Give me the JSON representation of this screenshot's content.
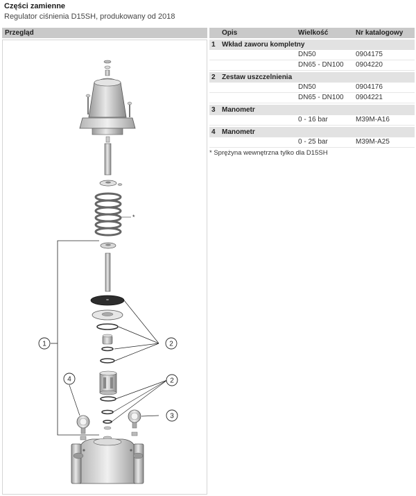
{
  "header": {
    "title": "Części zamienne",
    "subtitle": "Regulator ciśnienia D15SH, produkowany od 2018"
  },
  "overview": {
    "label": "Przegląd",
    "callouts": [
      "1",
      "2",
      "2",
      "3",
      "4"
    ],
    "spring_mark": "*"
  },
  "table": {
    "headers": {
      "num": "",
      "desc": "Opis",
      "size": "Wielkość",
      "cat": "Nr katalogowy"
    },
    "groups": [
      {
        "num": "1",
        "desc": "Wkład zaworu kompletny",
        "rows": [
          {
            "size": "DN50",
            "cat": "0904175"
          },
          {
            "size": "DN65 - DN100",
            "cat": "0904220"
          }
        ]
      },
      {
        "num": "2",
        "desc": "Zestaw uszczelnienia",
        "rows": [
          {
            "size": "DN50",
            "cat": "0904176"
          },
          {
            "size": "DN65 - DN100",
            "cat": "0904221"
          }
        ]
      },
      {
        "num": "3",
        "desc": "Manometr",
        "rows": [
          {
            "size": "0 - 16 bar",
            "cat": "M39M-A16"
          }
        ]
      },
      {
        "num": "4",
        "desc": "Manometr",
        "rows": [
          {
            "size": "0 - 25 bar",
            "cat": "M39M-A25"
          }
        ]
      }
    ],
    "note": "* Sprężyna wewnętrzna tylko dla D15SH"
  }
}
